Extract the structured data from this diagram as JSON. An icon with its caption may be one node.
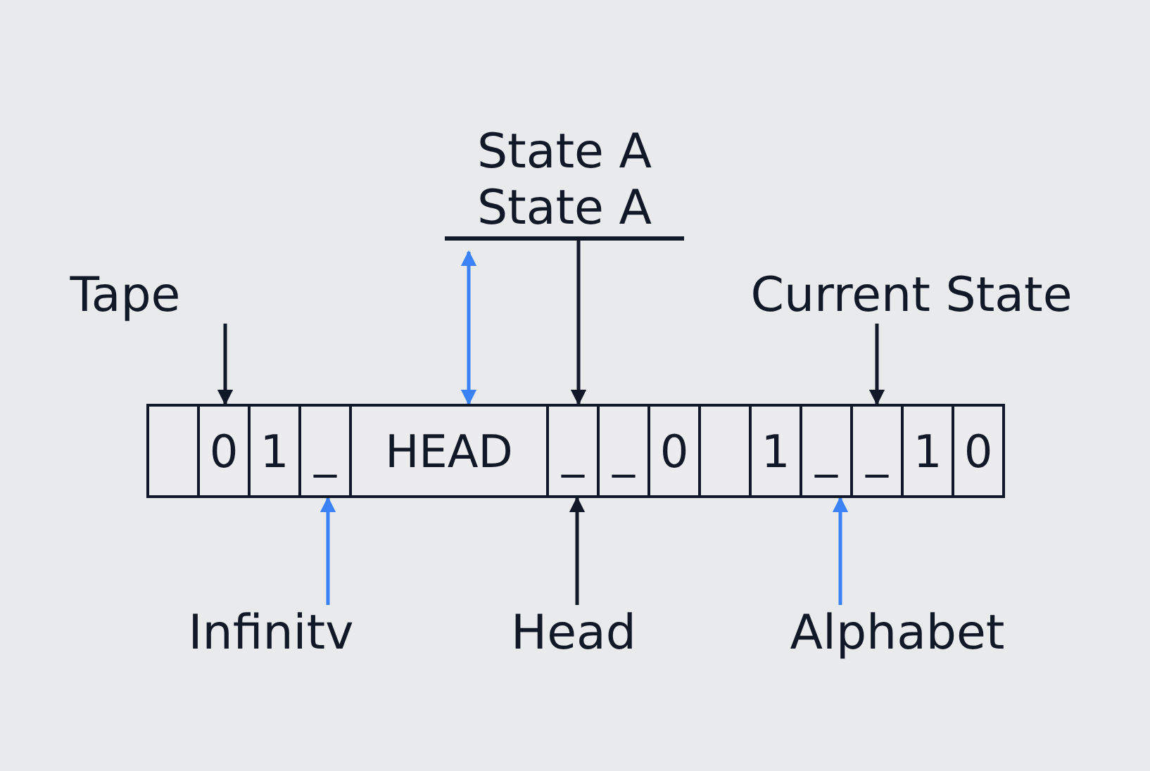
{
  "diagram": {
    "nodes": [
      {
        "text": [
          "Tape"
        ]
      },
      {
        "text": [
          "State A",
          "State A"
        ]
      },
      {
        "text": [
          "Current State"
        ]
      },
      {
        "text": [],
        "shape": "box"
      },
      {
        "text": [
          "0"
        ]
      },
      {
        "text": [
          "1"
        ]
      },
      {
        "text": [
          "_"
        ]
      },
      {
        "text": [
          "HEAD"
        ]
      },
      {
        "text": [
          "_"
        ]
      },
      {
        "text": [
          "_"
        ]
      },
      {
        "text": [
          "0"
        ]
      },
      {
        "text": [],
        "shape": "box"
      },
      {
        "text": [
          "1"
        ]
      },
      {
        "text": [
          "_"
        ]
      },
      {
        "text": [
          "_"
        ]
      },
      {
        "text": [
          "1"
        ]
      },
      {
        "text": [
          "0"
        ]
      },
      {
        "text": [
          "Infinitv"
        ]
      },
      {
        "text": [
          "Head"
        ]
      },
      {
        "text": [
          "Alphabet"
        ]
      }
    ],
    "edges": [
      {
        "from": 0,
        "to": 4,
        "arrow": "to"
      },
      {
        "from": 1,
        "to": 7,
        "arrow": "both",
        "color": "#3b82f6"
      },
      {
        "from": 1,
        "to": 8,
        "arrow": "to"
      },
      {
        "from": 2,
        "to": 14,
        "arrow": "to"
      },
      {
        "from": 17,
        "to": 6,
        "arrow": "to",
        "color": "#3b82f6"
      },
      {
        "from": 18,
        "to": 8,
        "arrow": "to"
      },
      {
        "from": 19,
        "to": 13,
        "arrow": "to",
        "color": "#3b82f6"
      }
    ]
  }
}
